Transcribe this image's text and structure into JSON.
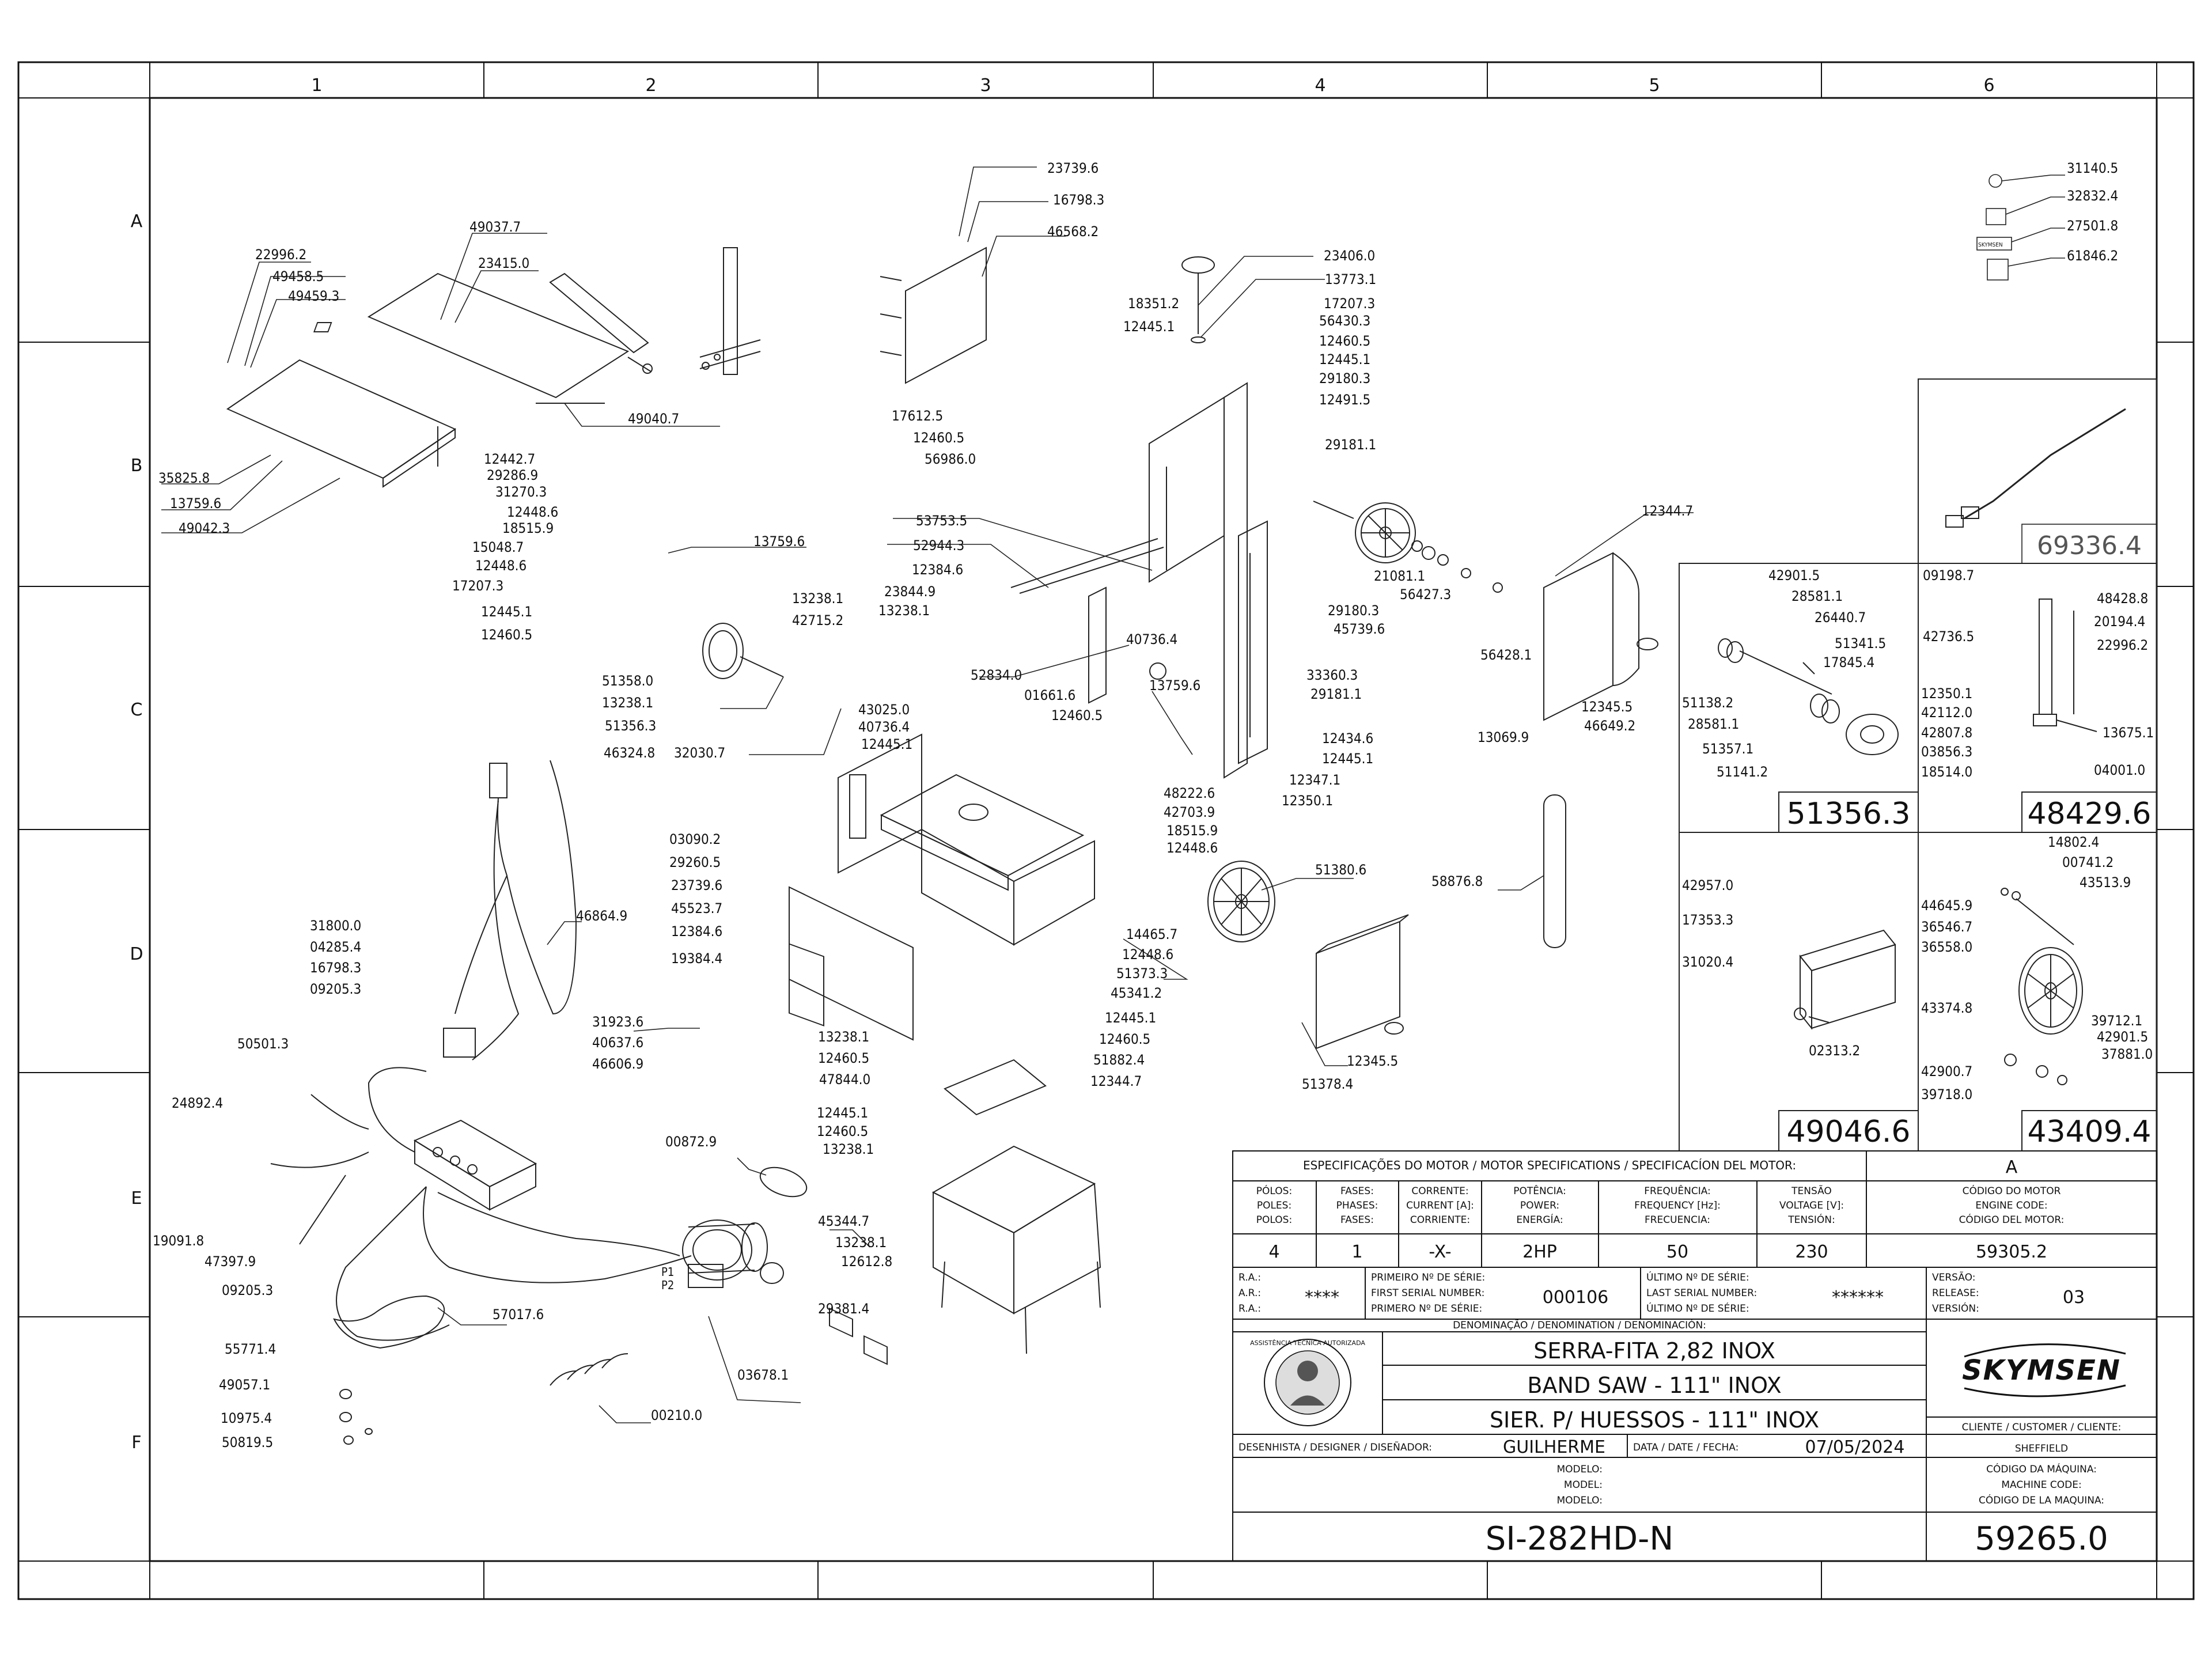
{
  "frame": {
    "columns": [
      "1",
      "2",
      "3",
      "4",
      "5",
      "6"
    ],
    "rows": [
      "A",
      "B",
      "C",
      "D",
      "E",
      "F"
    ]
  },
  "main_callouts": [
    "22996.2",
    "49458.5",
    "49459.3",
    "49037.7",
    "23415.0",
    "49040.7",
    "35825.8",
    "13759.6",
    "49042.3",
    "12442.7",
    "29286.9",
    "31270.3",
    "12448.6",
    "18515.9",
    "15048.7",
    "12448.6",
    "17207.3",
    "12445.1",
    "12460.5",
    "13759.6",
    "23739.6",
    "16798.3",
    "46568.2",
    "18351.2",
    "12445.1",
    "17612.5",
    "12460.5",
    "56986.0",
    "23406.0",
    "13773.1",
    "17207.3",
    "56430.3",
    "12460.5",
    "12445.1",
    "29180.3",
    "12491.5",
    "29181.1",
    "12344.7",
    "21081.1",
    "56427.3",
    "53753.5",
    "52944.3",
    "12384.6",
    "23844.9",
    "13238.1",
    "52834.0",
    "13238.1",
    "42715.2",
    "51358.0",
    "13238.1",
    "51356.3",
    "32030.7",
    "46324.8",
    "40736.4",
    "13759.6",
    "01661.6",
    "12460.5",
    "43025.0",
    "40736.4",
    "12445.1",
    "29180.3",
    "45739.6",
    "33360.3",
    "29181.1",
    "56428.1",
    "12434.6",
    "12445.1",
    "12347.1",
    "12350.1",
    "13069.9",
    "12345.5",
    "46649.2",
    "48222.6",
    "42703.9",
    "18515.9",
    "12448.6",
    "03090.2",
    "29260.5",
    "23739.6",
    "45523.7",
    "12384.6",
    "19384.4",
    "58876.8",
    "51380.6",
    "14465.7",
    "12448.6",
    "51373.3",
    "45341.2",
    "12445.1",
    "12460.5",
    "51882.4",
    "12344.7",
    "12345.5",
    "51378.4",
    "46864.9",
    "31800.0",
    "04285.4",
    "16798.3",
    "09205.3",
    "31923.6",
    "40637.6",
    "46606.9",
    "50501.3",
    "24892.4",
    "19091.8",
    "47397.9",
    "09205.3",
    "13238.1",
    "12460.5",
    "47844.0",
    "12445.1",
    "12460.5",
    "13238.1",
    "00872.9",
    "45344.7",
    "13238.1",
    "12612.8",
    "29381.4",
    "03678.1",
    "55771.4",
    "57017.6",
    "49057.1",
    "10975.4",
    "50819.5",
    "00210.0"
  ],
  "motor_terminals": [
    "P1",
    "P2"
  ],
  "decals": {
    "callouts": [
      "31140.5",
      "32832.4",
      "27501.8",
      "61846.2"
    ],
    "decal_text": "SKYMSEN"
  },
  "cable_box": {
    "code": "69336.4"
  },
  "assembly_51356": {
    "code": "51356.3",
    "callouts": [
      "42901.5",
      "28581.1",
      "26440.7",
      "51341.5",
      "17845.4",
      "51138.2",
      "28581.1",
      "51357.1",
      "51141.2"
    ]
  },
  "assembly_48429": {
    "code": "48429.6",
    "callouts": [
      "09198.7",
      "48428.8",
      "42736.5",
      "20194.4",
      "22996.2",
      "12350.1",
      "42112.0",
      "42807.8",
      "03856.3",
      "18514.0",
      "13675.1",
      "04001.0"
    ]
  },
  "assembly_49046": {
    "code": "49046.6",
    "callouts": [
      "42957.0",
      "17353.3",
      "31020.4",
      "02313.2"
    ]
  },
  "assembly_43409": {
    "code": "43409.4",
    "callouts": [
      "14802.4",
      "00741.2",
      "43513.9",
      "44645.9",
      "36546.7",
      "36558.0",
      "43374.8",
      "39712.1",
      "42901.5",
      "37881.0",
      "42900.7",
      "39718.0"
    ]
  },
  "motor_specs": {
    "heading": "ESPECIFICAÇÕES DO MOTOR / MOTOR SPECIFICATIONS / SPECIFICACÍON DEL MOTOR:",
    "variant": "A",
    "columns": [
      {
        "header": [
          "PÓLOS:",
          "POLES:",
          "POLOS:"
        ],
        "value": "4"
      },
      {
        "header": [
          "FASES:",
          "PHASES:",
          "FASES:"
        ],
        "value": "1"
      },
      {
        "header": [
          "CORRENTE:",
          "CURRENT [A]:",
          "CORRIENTE:"
        ],
        "value": "-X-"
      },
      {
        "header": [
          "POTÊNCIA:",
          "POWER:",
          "ENERGÍA:"
        ],
        "value": "2HP"
      },
      {
        "header": [
          "FREQUÊNCIA:",
          "FREQUENCY [Hz]:",
          "FRECUENCIA:"
        ],
        "value": "50"
      },
      {
        "header": [
          "TENSÃO",
          "VOLTAGE [V]:",
          "TENSIÓN:"
        ],
        "value": "230"
      },
      {
        "header": [
          "CÓDIGO DO MOTOR",
          "ENGINE CODE:",
          "CÓDIGO DEL MOTOR:"
        ],
        "value": "59305.2"
      }
    ]
  },
  "title_block": {
    "ra_labels": [
      "R.A.:",
      "A.R.:",
      "R.A.:"
    ],
    "ra_value": "****",
    "first_serial_labels": [
      "PRIMEIRO Nº DE SÉRIE:",
      "FIRST SERIAL NUMBER:",
      "PRIMERO Nº DE SÉRIE:"
    ],
    "first_serial": "000106",
    "last_serial_labels": [
      "ÚLTIMO Nº DE SÉRIE:",
      "LAST SERIAL NUMBER:",
      "ÚLTIMO Nº DE SÉRIE:"
    ],
    "last_serial": "******",
    "version_labels": [
      "VERSÃO:",
      "RELEASE:",
      "VERSIÓN:"
    ],
    "version": "03",
    "denomination_label": "DENOMINAÇÃO / DENOMINATION / DENOMINACIÓN:",
    "names": [
      "SERRA-FITA 2,82 INOX",
      "BAND SAW - 111\" INOX",
      "SIER. P/ HUESSOS - 111\" INOX"
    ],
    "brand": "SKYMSEN",
    "seal_text": "ASSISTÊNCIA TÉCNICA AUTORIZADA",
    "client_label": "CLIENTE / CUSTOMER / CLIENTE:",
    "client": "SHEFFIELD",
    "designer_label": "DESENHISTA / DESIGNER / DISEÑADOR:",
    "designer": "GUILHERME",
    "date_label": "DATA / DATE / FECHA:",
    "date": "07/05/2024",
    "model_labels": [
      "MODELO:",
      "MODEL:",
      "MODELO:"
    ],
    "model": "SI-282HD-N",
    "machine_code_labels": [
      "CÓDIGO DA MÁQUINA:",
      "MACHINE CODE:",
      "CÓDIGO DE LA MAQUINA:"
    ],
    "machine_code": "59265.0"
  }
}
